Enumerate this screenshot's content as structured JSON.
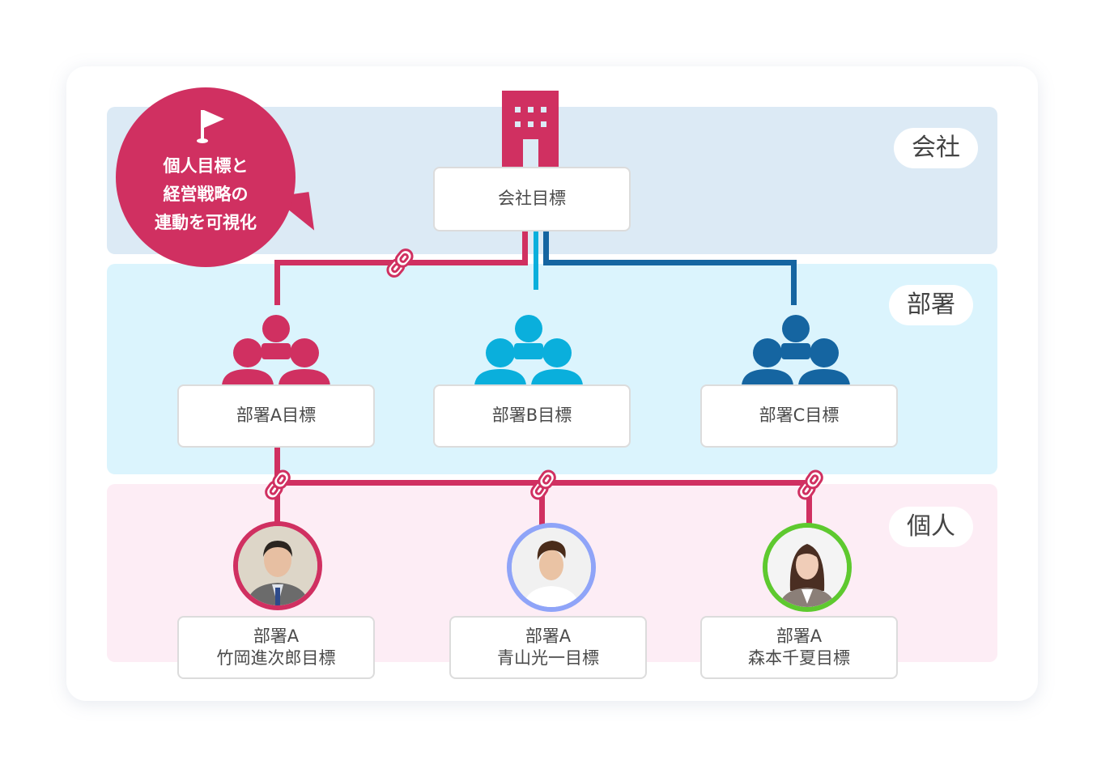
{
  "callout": {
    "icon": "flag-icon",
    "lines": [
      "個人目標と",
      "経営戦略の",
      "連動を可視化"
    ]
  },
  "tiers": {
    "company": "会社",
    "department": "部署",
    "individual": "個人"
  },
  "company": {
    "icon": "building-icon",
    "goal": "会社目標"
  },
  "departments": [
    {
      "goal": "部署A目標",
      "color": "#d03061",
      "icon": "group-icon"
    },
    {
      "goal": "部署B目標",
      "color": "#0aafdc",
      "icon": "group-icon"
    },
    {
      "goal": "部署C目標",
      "color": "#1565a1",
      "icon": "group-icon"
    }
  ],
  "individuals": [
    {
      "line1": "部署A",
      "line2": "竹岡進次郎目標",
      "ring_color": "#d03061"
    },
    {
      "line1": "部署A",
      "line2": "青山光一目標",
      "ring_color": "#8fa4f8"
    },
    {
      "line1": "部署A",
      "line2": "森本千夏目標",
      "ring_color": "#5ec92f"
    }
  ],
  "colors": {
    "accent_pink": "#d03061",
    "accent_cyan": "#0aafdc",
    "accent_navy": "#1565a1",
    "band_company": "#dceaf5",
    "band_department": "#dbf4fd",
    "band_individual": "#fdedf5"
  }
}
